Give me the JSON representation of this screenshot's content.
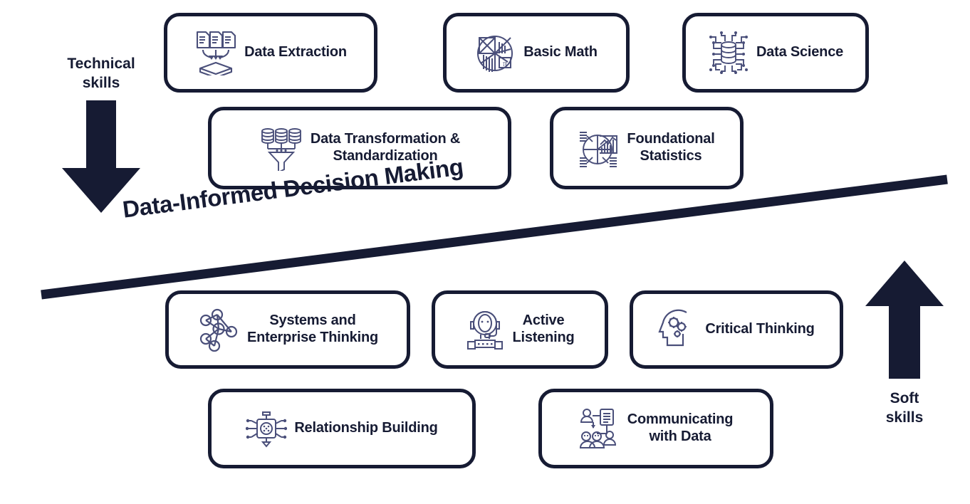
{
  "diagram": {
    "band_label": "Data-Informed Decision Making",
    "colors": {
      "text": "#161b33",
      "border": "#161b33",
      "icon": "#4a4f7a",
      "background": "#ffffff"
    }
  },
  "axes": {
    "technical": {
      "label": "Technical\nskills",
      "arrow_direction": "down",
      "icon": "arrow-down-icon"
    },
    "soft": {
      "label": "Soft\nskills",
      "arrow_direction": "up",
      "icon": "arrow-up-icon"
    }
  },
  "technical_skills": [
    {
      "label": "Data Extraction",
      "icon": "documents-to-stack-icon"
    },
    {
      "label": "Basic Math",
      "icon": "pi-circle-chart-icon"
    },
    {
      "label": "Data Science",
      "icon": "database-circuit-icon"
    },
    {
      "label": "Data Transformation &\nStandardization",
      "icon": "databases-funnel-icon"
    },
    {
      "label": "Foundational\nStatistics",
      "icon": "pie-bar-line-chart-icon"
    }
  ],
  "soft_skills": [
    {
      "label": "Systems and\nEnterprise Thinking",
      "icon": "network-nodes-icon"
    },
    {
      "label": "Active\nListening",
      "icon": "person-headset-icon"
    },
    {
      "label": "Critical Thinking",
      "icon": "head-gears-icon"
    },
    {
      "label": "Relationship Building",
      "icon": "hub-connections-icon"
    },
    {
      "label": "Communicating\nwith Data",
      "icon": "people-document-icon"
    }
  ]
}
